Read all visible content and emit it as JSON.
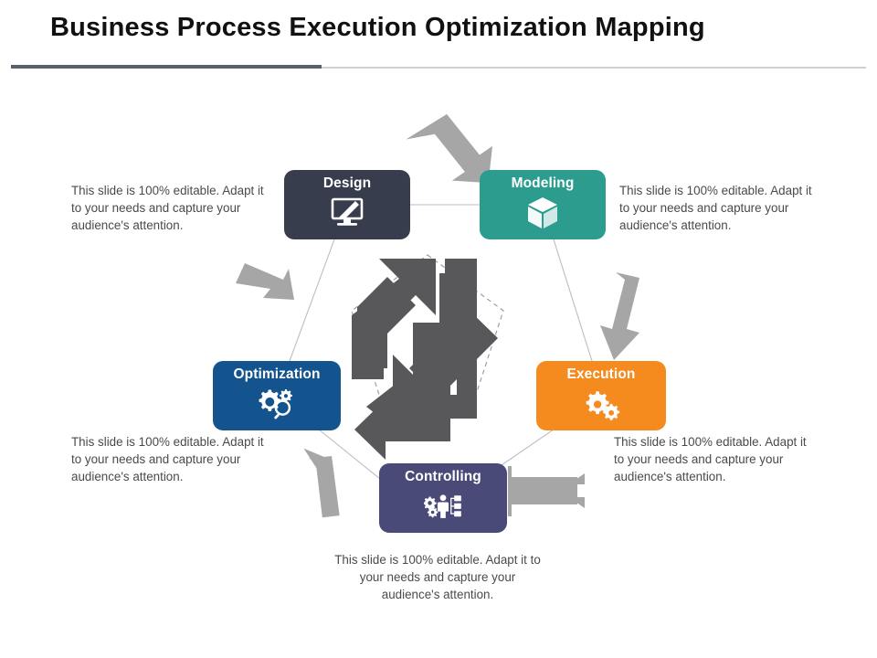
{
  "slide": {
    "title": "Business Process Execution Optimization Mapping",
    "accent_color": "#5a5f6e",
    "background": "#ffffff"
  },
  "diagram": {
    "type": "pentagon-cycle",
    "center_icon": "recycle-cycle-arrows-icon",
    "center_shape": "dashed-pentagon",
    "connector_style": "gray-block-arrow",
    "connector_color": "#a6a6a6",
    "nodes": [
      {
        "id": "design",
        "label": "Design",
        "color": "#373d4c",
        "icon": "monitor-pen-design-icon",
        "caption": "This slide is 100% editable. Adapt it to your needs and capture your audience's attention."
      },
      {
        "id": "modeling",
        "label": "Modeling",
        "color": "#2b9c8e",
        "icon": "cube-3d-icon",
        "caption": "This slide is 100% editable. Adapt it to your needs and capture your audience's attention."
      },
      {
        "id": "execution",
        "label": "Execution",
        "color": "#f58a1f",
        "icon": "two-gears-icon",
        "caption": "This slide is 100% editable. Adapt it to your needs and capture your audience's attention."
      },
      {
        "id": "controlling",
        "label": "Controlling",
        "color": "#4a4a78",
        "icon": "person-gears-orgchart-icon",
        "caption": "This slide is 100% editable. Adapt it to your needs and capture your audience's attention."
      },
      {
        "id": "optimization",
        "label": "Optimization",
        "color": "#14548e",
        "icon": "gear-magnifier-icon",
        "caption": "This slide is 100% editable. Adapt it to your needs and capture your audience's attention."
      }
    ],
    "flow_order": [
      "Design",
      "Modeling",
      "Execution",
      "Controlling",
      "Optimization"
    ]
  }
}
